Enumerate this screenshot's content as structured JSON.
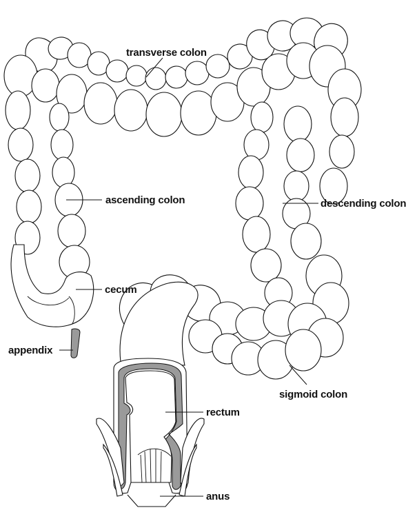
{
  "labels": {
    "transverse": "transverse colon",
    "ascending": "ascending colon",
    "descending": "descending colon",
    "cecum": "cecum",
    "appendix": "appendix",
    "sigmoid": "sigmoid colon",
    "rectum": "rectum",
    "anus": "anus"
  },
  "colors": {
    "outline": "#111111",
    "shading": "#9a9a9a",
    "background": "#ffffff"
  }
}
